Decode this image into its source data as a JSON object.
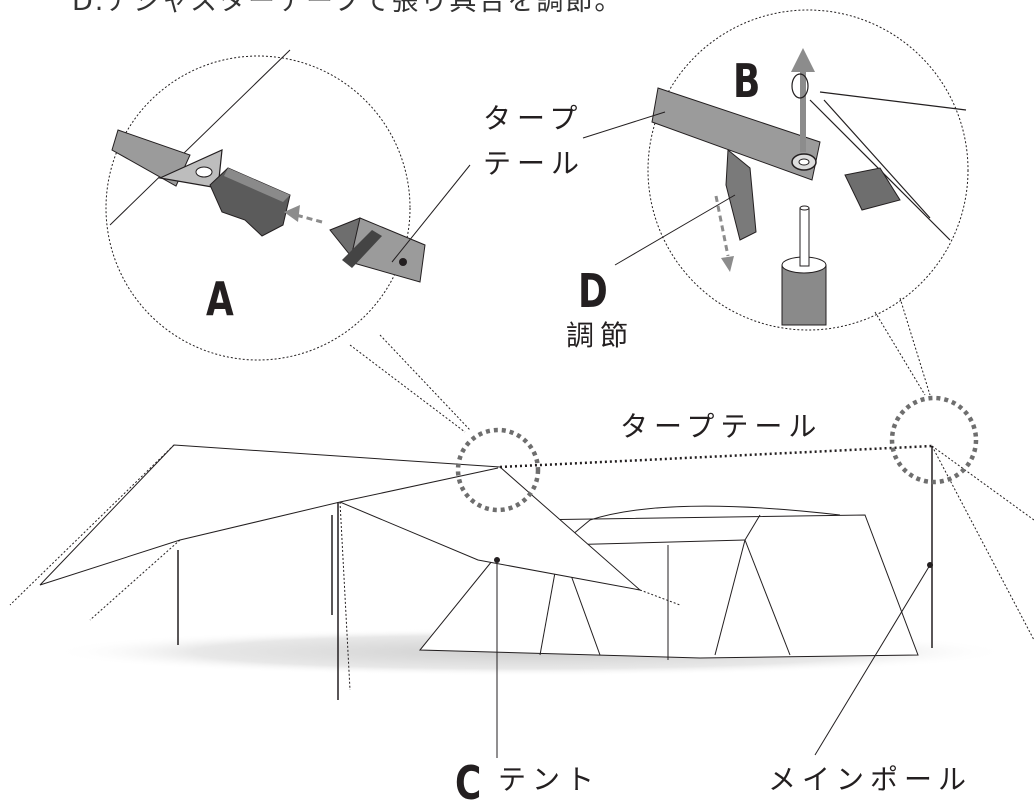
{
  "header": {
    "instruction": "D.アジャスターテープで張り具合を調節。"
  },
  "labels": {
    "a": "A",
    "b": "B",
    "c": "C",
    "d": "D",
    "tarp_tail_line1": "タープ",
    "tarp_tail_line2": "テール",
    "adjust": "調節",
    "tarp_tail": "タープテール",
    "tent": "テント",
    "main_pole": "メインポール"
  },
  "colors": {
    "line": "#231f20",
    "strap": "#9b9b9b",
    "strap_dark": "#6e6e6e",
    "arrow": "#8c8c8c",
    "shadow": "#d9d9d9"
  }
}
